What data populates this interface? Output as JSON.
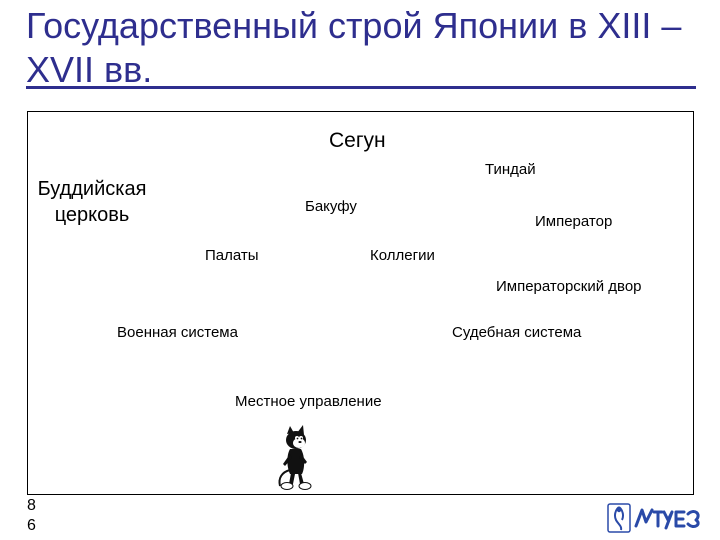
{
  "slide": {
    "title": "Государственный строй Японии в XIII – XVII вв.",
    "page_number": "8\n6"
  },
  "diagram": {
    "labels": {
      "segun": "Сегун",
      "tindai": "Тиндай",
      "buddhist_church": "Буддийская\nцерковь",
      "bakufu": "Бакуфу",
      "emperor": "Император",
      "chambers": "Палаты",
      "collegia": "Коллегии",
      "imperial_court": "Императорский двор",
      "military_system": "Военная система",
      "judicial_system": "Судебная система",
      "local_government": "Местное управление"
    }
  },
  "logo": {
    "text": "ВГУЭС",
    "color": "#2a4aa8"
  },
  "colors": {
    "title": "#2e2e8e",
    "frame": "#000000"
  }
}
